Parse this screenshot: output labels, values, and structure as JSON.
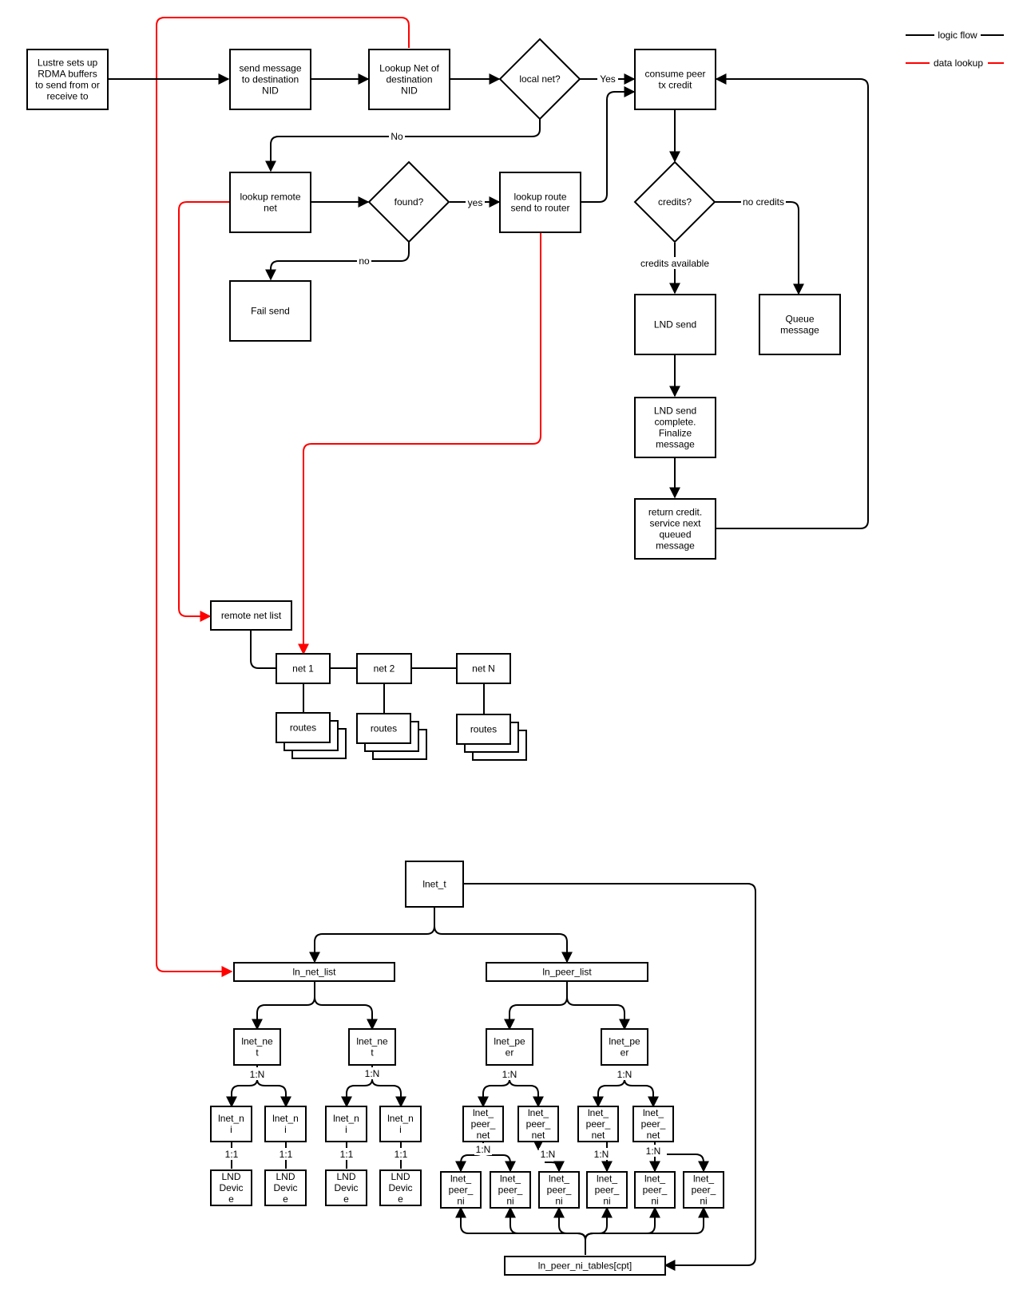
{
  "legend": {
    "logic_flow": "logic flow",
    "data_lookup": "data lookup",
    "colors": {
      "logic_flow": "#000000",
      "data_lookup": "#ff0000"
    }
  },
  "nodes": {
    "lustre": [
      "Lustre sets up",
      "RDMA buffers",
      "to send from or",
      "receive to"
    ],
    "send_msg": [
      "send message",
      "to destination",
      "NID"
    ],
    "lookup_net": [
      "Lookup Net of",
      "destination",
      "NID"
    ],
    "local_net": [
      "local net?"
    ],
    "consume": [
      "consume peer",
      "tx credit"
    ],
    "lookup_remote": [
      "lookup remote",
      "net"
    ],
    "found": [
      "found?"
    ],
    "lookup_route": [
      "lookup route",
      "send to router"
    ],
    "credits": [
      "credits?"
    ],
    "fail": [
      "Fail send"
    ],
    "lnd_send": [
      "LND send"
    ],
    "queue": [
      "Queue",
      "message"
    ],
    "lnd_complete": [
      "LND send",
      "complete.",
      "Finalize",
      "message"
    ],
    "return_credit": [
      "return credit.",
      "service next",
      "queued",
      "message"
    ],
    "remote_net_list": [
      "remote net list"
    ],
    "net1": [
      "net 1"
    ],
    "net2": [
      "net 2"
    ],
    "netN": [
      "net N"
    ],
    "routes1": [
      "routes"
    ],
    "routes2": [
      "routes"
    ],
    "routes3": [
      "routes"
    ],
    "lnet_t": [
      "lnet_t"
    ],
    "ln_net_list": [
      "ln_net_list"
    ],
    "ln_peer_list": [
      "ln_peer_list"
    ],
    "lnet_net_a": [
      "lnet_ne",
      "t"
    ],
    "lnet_net_b": [
      "lnet_ne",
      "t"
    ],
    "lnet_peer_a": [
      "lnet_pe",
      "er"
    ],
    "lnet_peer_b": [
      "lnet_pe",
      "er"
    ],
    "lnet_ni_1": [
      "lnet_n",
      "i"
    ],
    "lnet_ni_2": [
      "lnet_n",
      "i"
    ],
    "lnet_ni_3": [
      "lnet_n",
      "i"
    ],
    "lnet_ni_4": [
      "lnet_n",
      "i"
    ],
    "lnd_dev_1": [
      "LND",
      "Devic",
      "e"
    ],
    "lnd_dev_2": [
      "LND",
      "Devic",
      "e"
    ],
    "lnd_dev_3": [
      "LND",
      "Devic",
      "e"
    ],
    "lnd_dev_4": [
      "LND",
      "Devic",
      "e"
    ],
    "peer_net_1": [
      "lnet_",
      "peer_",
      "net"
    ],
    "peer_net_2": [
      "lnet_",
      "peer_",
      "net"
    ],
    "peer_net_3": [
      "lnet_",
      "peer_",
      "net"
    ],
    "peer_net_4": [
      "lnet_",
      "peer_",
      "net"
    ],
    "peer_ni_1": [
      "lnet_",
      "peer_",
      "ni"
    ],
    "peer_ni_2": [
      "lnet_",
      "peer_",
      "ni"
    ],
    "peer_ni_3": [
      "lnet_",
      "peer_",
      "ni"
    ],
    "peer_ni_4": [
      "lnet_",
      "peer_",
      "ni"
    ],
    "peer_ni_5": [
      "lnet_",
      "peer_",
      "ni"
    ],
    "peer_ni_6": [
      "lnet_",
      "peer_",
      "ni"
    ],
    "peer_ni_tables": [
      "ln_peer_ni_tables[cpt]"
    ]
  },
  "edge_labels": {
    "yes_local": "Yes",
    "no_local": "No",
    "yes_found": "yes",
    "no_found": "no",
    "no_credits": "no credits",
    "credits_available": "credits available",
    "one_n_net_a": "1:N",
    "one_n_net_b": "1:N",
    "one_n_peer_a": "1:N",
    "one_n_peer_b": "1:N",
    "one_one_1": "1:1",
    "one_one_2": "1:1",
    "one_one_3": "1:1",
    "one_one_4": "1:1",
    "one_n_pn_1": "1:N",
    "one_n_pn_2": "1:N",
    "one_n_pn_3": "1:N",
    "one_n_pn_4": "1:N"
  }
}
